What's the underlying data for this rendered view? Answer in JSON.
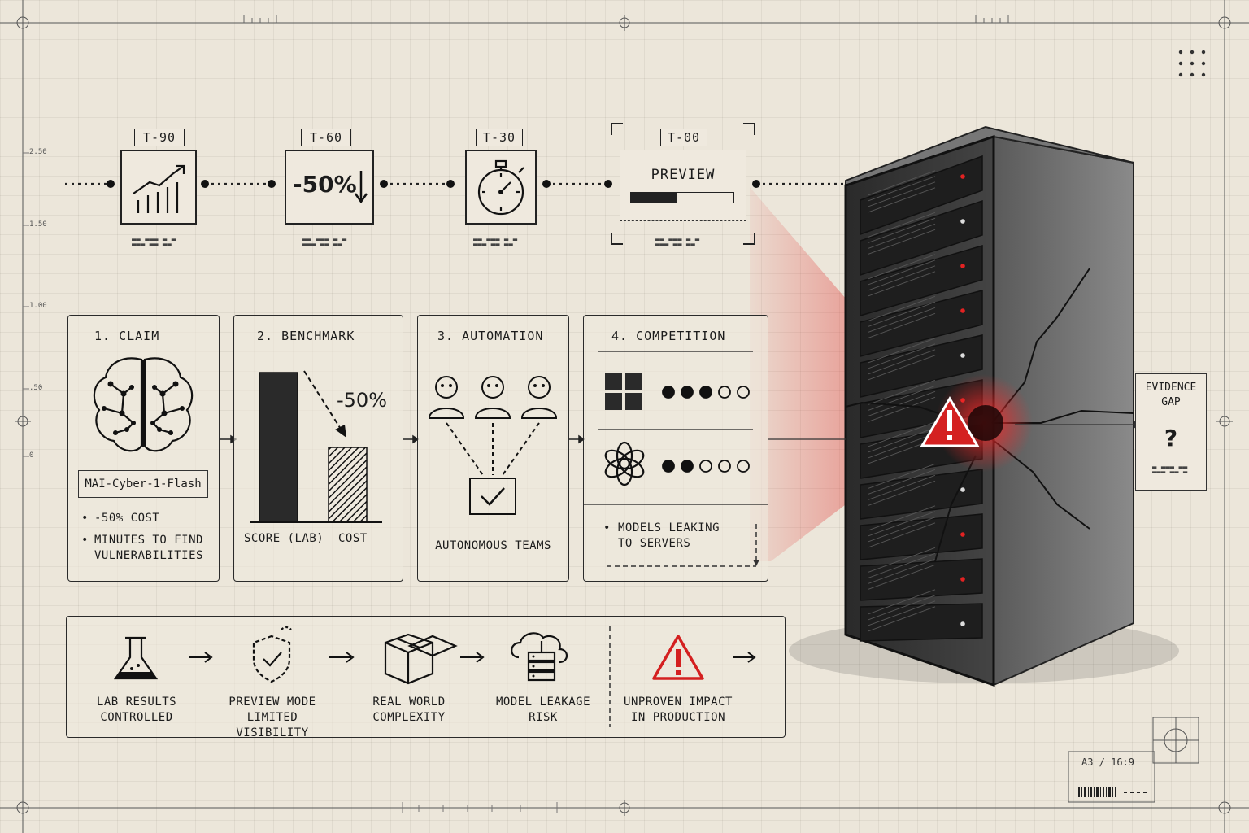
{
  "timeline": [
    {
      "label": "T-90",
      "icon": "growth-chart-icon"
    },
    {
      "label": "T-60",
      "value": "-50%",
      "icon": "down-arrow-icon"
    },
    {
      "label": "T-30",
      "icon": "stopwatch-icon"
    },
    {
      "label": "T-00",
      "text": "PREVIEW",
      "progress": 0.45
    }
  ],
  "ruler_ticks": [
    "2.50",
    "1.50",
    "1.00",
    ".50",
    "0"
  ],
  "panels": {
    "claim": {
      "title": "1. CLAIM",
      "model": "MAI-Cyber-1-Flash",
      "bullets": [
        "-50% COST",
        "MINUTES TO FIND VULNERABILITIES"
      ],
      "icon": "brain-network-icon"
    },
    "benchmark": {
      "title": "2. BENCHMARK",
      "delta": "-50%",
      "bar_labels": [
        "SCORE (LAB)",
        "COST"
      ],
      "bar_values": [
        1.0,
        0.5
      ]
    },
    "automation": {
      "title": "3. AUTOMATION",
      "caption": "AUTONOMOUS TEAMS",
      "icon": "agents-to-checkbox-icon"
    },
    "competition": {
      "title": "4. COMPETITION",
      "rows": [
        {
          "icon": "windows-logo-icon",
          "filled": 3,
          "total": 5
        },
        {
          "icon": "openai-logo-icon",
          "filled": 2,
          "total": 5
        }
      ],
      "note": "MODELS LEAKING TO SERVERS"
    }
  },
  "evidence": {
    "title": "EVIDENCE GAP",
    "mark": "?"
  },
  "flow": [
    {
      "caption": "LAB RESULTS CONTROLLED",
      "icon": "flask-icon"
    },
    {
      "caption": "PREVIEW MODE LIMITED VISIBILITY",
      "icon": "shield-check-icon"
    },
    {
      "caption": "REAL WORLD COMPLEXITY",
      "icon": "box-icon"
    },
    {
      "caption": "MODEL LEAKAGE RISK",
      "icon": "cloud-server-icon"
    },
    {
      "caption": "UNPROVEN IMPACT IN PRODUCTION",
      "icon": "warning-icon"
    }
  ],
  "footer": {
    "format": "A3 / 16:9"
  },
  "colors": {
    "accent": "#d42020",
    "ink": "#1c1c1c",
    "paper": "#ece6da"
  }
}
